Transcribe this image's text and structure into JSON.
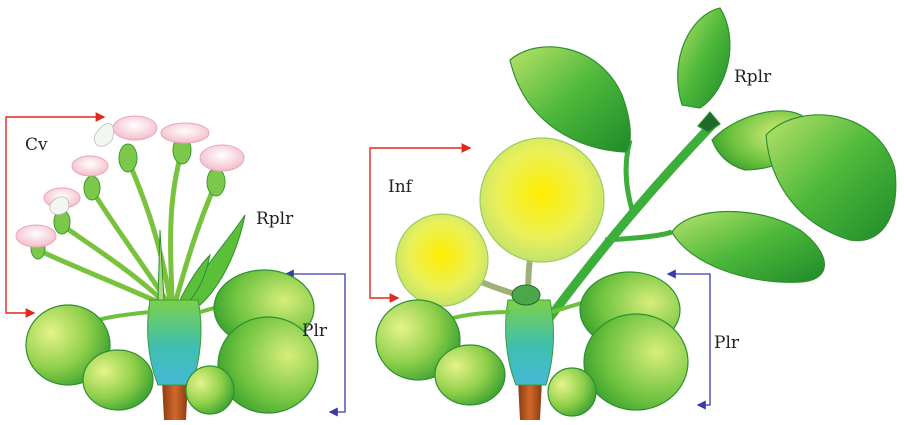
{
  "colors": {
    "leaf_dark": "#2e9a2e",
    "leaf_light": "#d8ee7a",
    "leaf_outline": "#2f8f2f",
    "fruit_core": "#ffee00",
    "fruit_edge": "#b9e070",
    "petal": "#f4bccb",
    "stem_teal": "#3fbfb0",
    "root": "#b5541e",
    "red_bracket": "#e0281e",
    "blue_bracket": "#3a3aa8"
  },
  "left_panel": {
    "labels": {
      "cv": "Cv",
      "rplr": "Rplr",
      "plr": "Plr"
    }
  },
  "right_panel": {
    "labels": {
      "inf": "Inf",
      "rplr": "Rplr",
      "plr": "Plr"
    }
  }
}
